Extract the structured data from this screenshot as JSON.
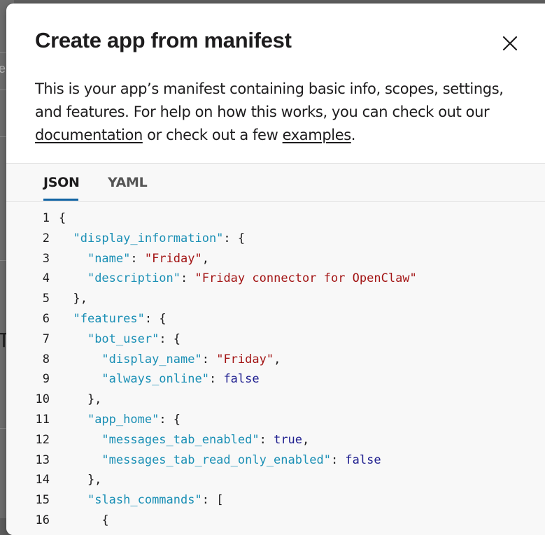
{
  "modal": {
    "title": "Create app from manifest",
    "intro_text_1": "This is your app’s manifest containing basic info, scopes, settings, and features. For help on how this works, you can check out our ",
    "documentation_link": "documentation",
    "intro_text_2": " or check out a few ",
    "examples_link": "examples",
    "intro_text_3": ".",
    "close_icon": "close-icon"
  },
  "tabs": [
    {
      "label": "JSON",
      "active": true
    },
    {
      "label": "YAML",
      "active": false
    }
  ],
  "editor": {
    "lines": [
      {
        "n": "1",
        "tokens": [
          {
            "t": "p",
            "v": "{"
          }
        ]
      },
      {
        "n": "2",
        "tokens": [
          {
            "t": "p",
            "v": "  "
          },
          {
            "t": "k",
            "v": "\"display_information\""
          },
          {
            "t": "p",
            "v": ": {"
          }
        ]
      },
      {
        "n": "3",
        "tokens": [
          {
            "t": "p",
            "v": "    "
          },
          {
            "t": "k",
            "v": "\"name\""
          },
          {
            "t": "p",
            "v": ": "
          },
          {
            "t": "s",
            "v": "\"Friday\""
          },
          {
            "t": "p",
            "v": ","
          }
        ]
      },
      {
        "n": "4",
        "tokens": [
          {
            "t": "p",
            "v": "    "
          },
          {
            "t": "k",
            "v": "\"description\""
          },
          {
            "t": "p",
            "v": ": "
          },
          {
            "t": "s",
            "v": "\"Friday connector for OpenClaw\""
          }
        ]
      },
      {
        "n": "5",
        "tokens": [
          {
            "t": "p",
            "v": "  },"
          }
        ]
      },
      {
        "n": "6",
        "tokens": [
          {
            "t": "p",
            "v": "  "
          },
          {
            "t": "k",
            "v": "\"features\""
          },
          {
            "t": "p",
            "v": ": {"
          }
        ]
      },
      {
        "n": "7",
        "tokens": [
          {
            "t": "p",
            "v": "    "
          },
          {
            "t": "k",
            "v": "\"bot_user\""
          },
          {
            "t": "p",
            "v": ": {"
          }
        ]
      },
      {
        "n": "8",
        "tokens": [
          {
            "t": "p",
            "v": "      "
          },
          {
            "t": "k",
            "v": "\"display_name\""
          },
          {
            "t": "p",
            "v": ": "
          },
          {
            "t": "s",
            "v": "\"Friday\""
          },
          {
            "t": "p",
            "v": ","
          }
        ]
      },
      {
        "n": "9",
        "tokens": [
          {
            "t": "p",
            "v": "      "
          },
          {
            "t": "k",
            "v": "\"always_online\""
          },
          {
            "t": "p",
            "v": ": "
          },
          {
            "t": "b",
            "v": "false"
          }
        ]
      },
      {
        "n": "10",
        "tokens": [
          {
            "t": "p",
            "v": "    },"
          }
        ]
      },
      {
        "n": "11",
        "tokens": [
          {
            "t": "p",
            "v": "    "
          },
          {
            "t": "k",
            "v": "\"app_home\""
          },
          {
            "t": "p",
            "v": ": {"
          }
        ]
      },
      {
        "n": "12",
        "tokens": [
          {
            "t": "p",
            "v": "      "
          },
          {
            "t": "k",
            "v": "\"messages_tab_enabled\""
          },
          {
            "t": "p",
            "v": ": "
          },
          {
            "t": "b",
            "v": "true"
          },
          {
            "t": "p",
            "v": ","
          }
        ]
      },
      {
        "n": "13",
        "tokens": [
          {
            "t": "p",
            "v": "      "
          },
          {
            "t": "k",
            "v": "\"messages_tab_read_only_enabled\""
          },
          {
            "t": "p",
            "v": ": "
          },
          {
            "t": "b",
            "v": "false"
          }
        ]
      },
      {
        "n": "14",
        "tokens": [
          {
            "t": "p",
            "v": "    },"
          }
        ]
      },
      {
        "n": "15",
        "tokens": [
          {
            "t": "p",
            "v": "    "
          },
          {
            "t": "k",
            "v": "\"slash_commands\""
          },
          {
            "t": "p",
            "v": ": ["
          }
        ]
      },
      {
        "n": "16",
        "tokens": [
          {
            "t": "p",
            "v": "      {"
          }
        ]
      }
    ],
    "colors": {
      "key": "#1a8fb5",
      "string": "#a31515",
      "boolean": "#1f1f8f",
      "punct": "#1d1c1d"
    }
  },
  "backdrop": {
    "partial_char_1": "e",
    "partial_char_2": "T"
  }
}
